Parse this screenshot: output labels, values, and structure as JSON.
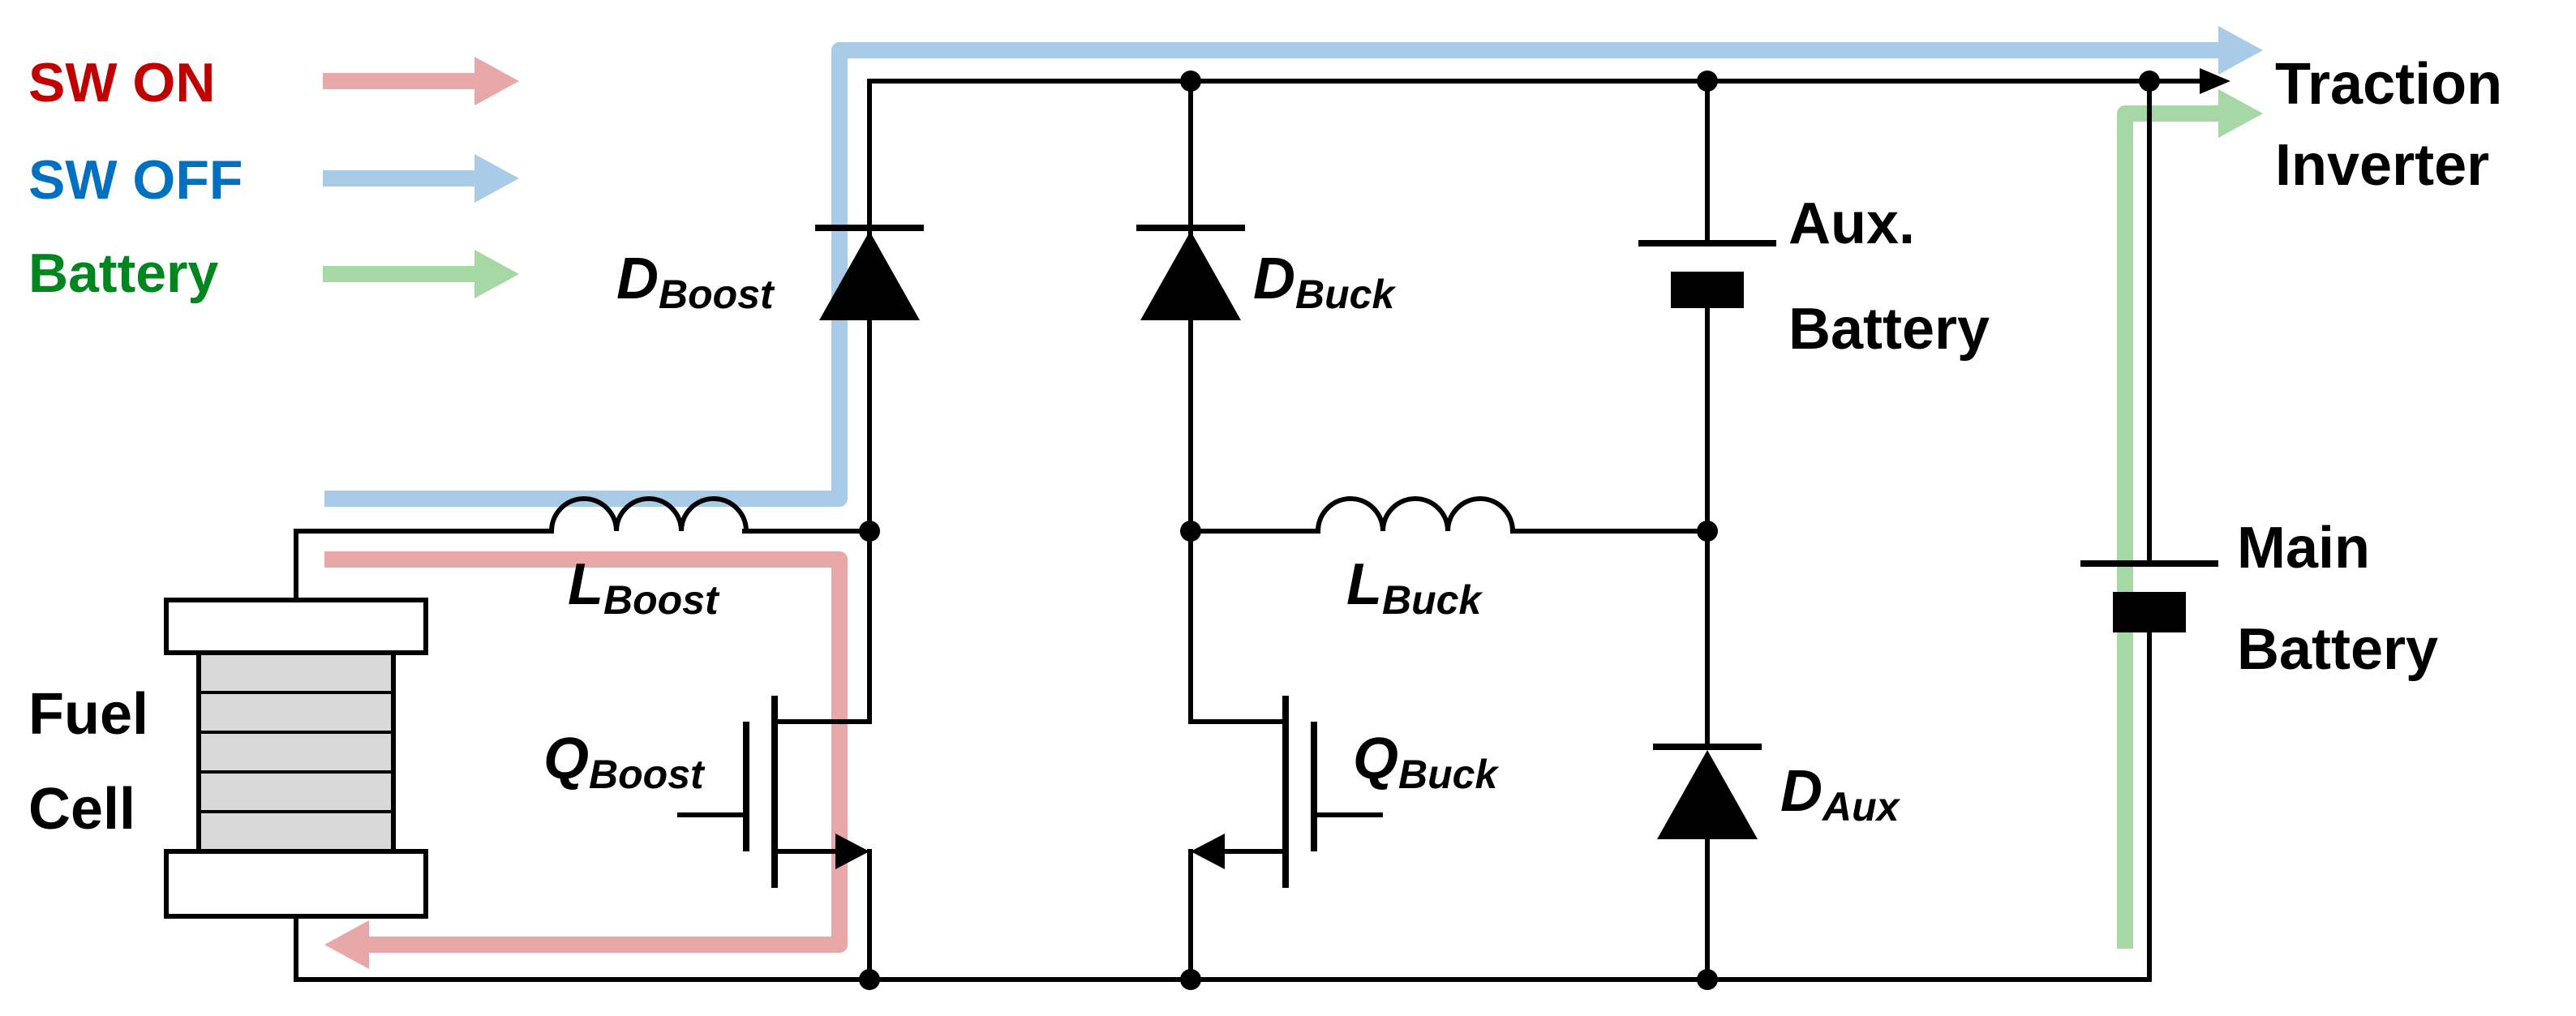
{
  "legend": [
    {
      "label": "SW ON",
      "color": "#c00000",
      "arrow_color": "#e8a8a8"
    },
    {
      "label": "SW OFF",
      "color": "#0070c0",
      "arrow_color": "#a8cce8"
    },
    {
      "label": "Battery",
      "color": "#00851f",
      "arrow_color": "#a6d8a6"
    }
  ],
  "labels": {
    "traction_line1": "Traction",
    "traction_line2": "Inverter",
    "aux_line1": "Aux.",
    "aux_line2": "Battery",
    "main_line1": "Main",
    "main_line2": "Battery",
    "fuel_line1": "Fuel",
    "fuel_line2": "Cell"
  },
  "components": {
    "d_boost": {
      "main": "D",
      "sub": "Boost"
    },
    "d_buck": {
      "main": "D",
      "sub": "Buck"
    },
    "l_boost": {
      "main": "L",
      "sub": "Boost"
    },
    "l_buck": {
      "main": "L",
      "sub": "Buck"
    },
    "q_boost": {
      "main": "Q",
      "sub": "Boost"
    },
    "q_buck": {
      "main": "Q",
      "sub": "Buck"
    },
    "d_aux": {
      "main": "D",
      "sub": "Aux"
    }
  },
  "colors": {
    "wire": "#000000",
    "fuel_cell_fill": "#d9d9d9",
    "path_on": "#e8a8a8",
    "path_off": "#a8cce8",
    "path_battery": "#a6d8a6"
  }
}
